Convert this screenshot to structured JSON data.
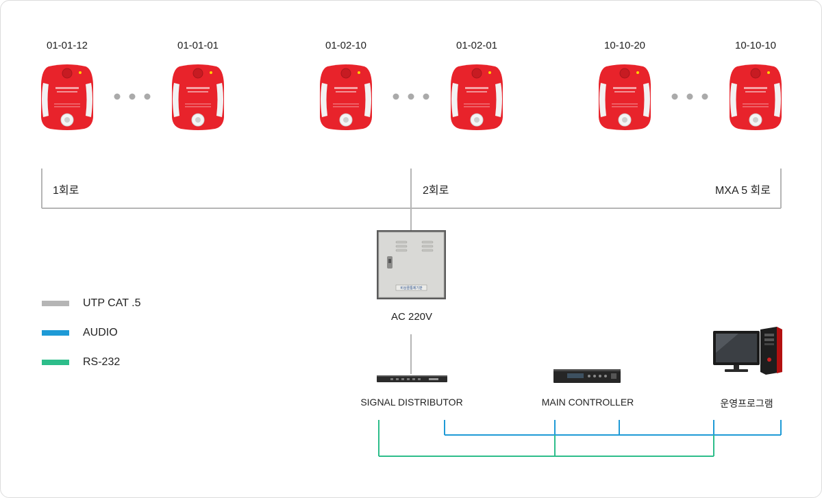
{
  "devices": [
    {
      "label": "01-01-12"
    },
    {
      "label": "01-01-01"
    },
    {
      "label": "01-02-10"
    },
    {
      "label": "01-02-01"
    },
    {
      "label": "10-10-20"
    },
    {
      "label": "10-10-10"
    }
  ],
  "circuits": {
    "c1": "1회로",
    "c2": "2회로",
    "c5": "MXA 5 회로"
  },
  "power": {
    "label": "AC 220V"
  },
  "cabinet_plate": "비상콜통제기판",
  "equipment": {
    "signal_distributor": "SIGNAL DISTRIBUTOR",
    "main_controller": "MAIN CONTROLLER",
    "operation_program": "운영프로그램"
  },
  "legend": [
    {
      "label": "UTP CAT .5",
      "color": "#b5b5b5"
    },
    {
      "label": "AUDIO",
      "color": "#1e9ad6"
    },
    {
      "label": "RS-232",
      "color": "#2dbd8a"
    }
  ],
  "colors": {
    "device_red": "#e8232b",
    "line_gray": "#b5b5b5",
    "audio_blue": "#1e9ad6",
    "rs232_green": "#2dbd8a"
  }
}
